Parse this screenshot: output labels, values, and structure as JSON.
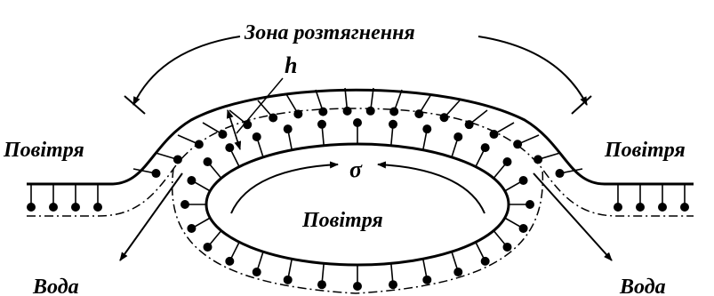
{
  "labels": {
    "tension_zone": "Зона розтягнення",
    "film_thickness": "h",
    "surface_tension": "σ",
    "air_left": "Повітря",
    "air_right": "Повітря",
    "air_inside": "Повітря",
    "water_left": "Вода",
    "water_right": "Вода"
  }
}
